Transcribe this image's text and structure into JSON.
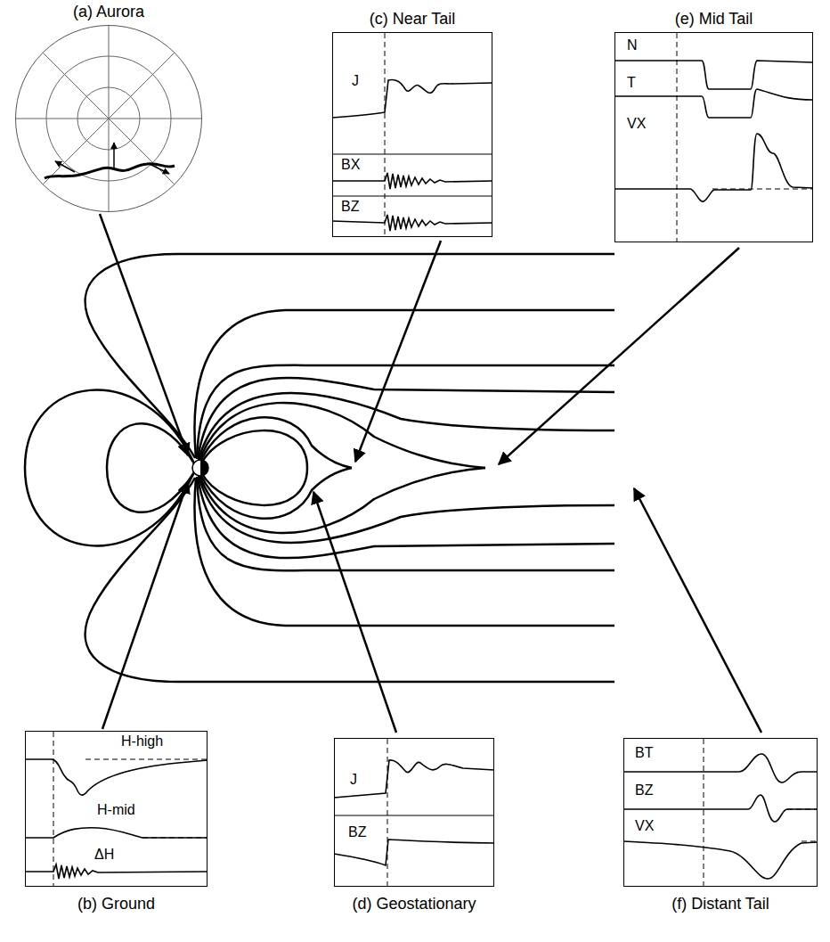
{
  "diagram": {
    "nodes": [
      {
        "text": [
          "(a) Aurora"
        ]
      },
      {
        "text": [
          "(b) Ground",
          "H-high",
          "H-mid",
          "ΔH"
        ]
      },
      {
        "text": [
          "(c) Near Tail",
          "J",
          "BX",
          "BZ"
        ]
      },
      {
        "text": [
          "(d) Geostationary",
          "J",
          "BZ"
        ]
      },
      {
        "text": [
          "(e) Mid Tail",
          "N",
          "T",
          "VX"
        ]
      },
      {
        "text": [
          "(f) Distant Tail",
          "BT",
          "BZ",
          "VX"
        ]
      }
    ]
  }
}
